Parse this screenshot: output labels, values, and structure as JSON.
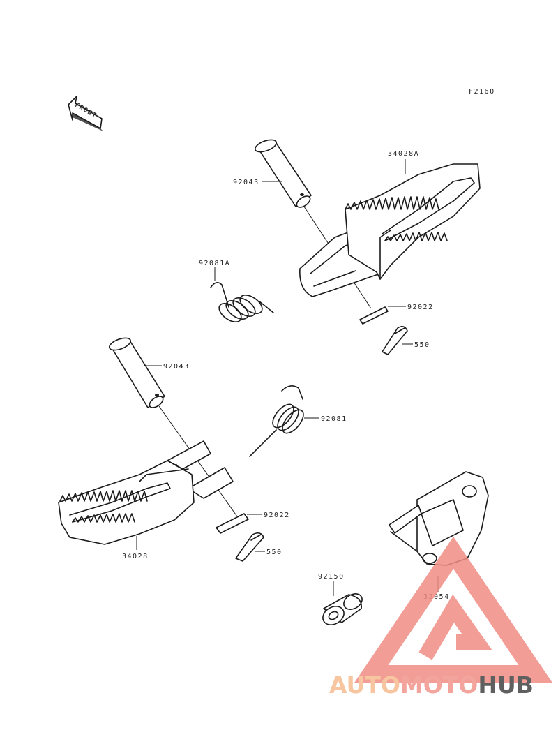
{
  "diagram": {
    "figure_code": "F2160",
    "front_arrow_label": "FRONT",
    "parts": [
      {
        "id": "pin-upper",
        "number": "92043"
      },
      {
        "id": "footpeg-upper",
        "number": "34028A"
      },
      {
        "id": "spring-upper",
        "number": "92081A"
      },
      {
        "id": "washer-upper",
        "number": "92022"
      },
      {
        "id": "cotter-upper",
        "number": "550"
      },
      {
        "id": "pin-lower",
        "number": "92043"
      },
      {
        "id": "spring-lower",
        "number": "92081"
      },
      {
        "id": "washer-lower",
        "number": "92022"
      },
      {
        "id": "cotter-lower",
        "number": "550"
      },
      {
        "id": "footpeg-lower",
        "number": "34028"
      },
      {
        "id": "grommet",
        "number": "92150"
      },
      {
        "id": "bracket",
        "number": "32054"
      }
    ]
  },
  "watermark": {
    "part1": "AUTO",
    "part2": "MOTO",
    "part3": "HUB",
    "colors": {
      "part1": "#f7c6a0",
      "part2": "#f2a49d",
      "part3": "#5f5f5f",
      "triangle": "#f08c84"
    }
  }
}
